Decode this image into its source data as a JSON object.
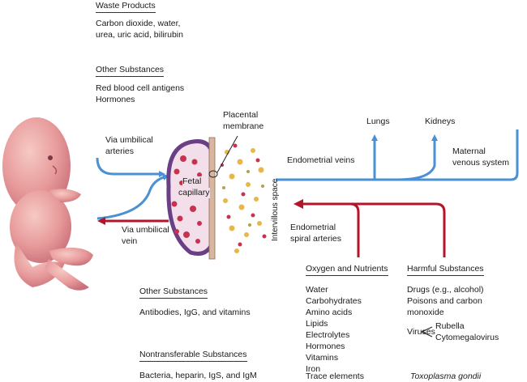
{
  "waste": {
    "heading": "Waste Products",
    "lines": [
      "Carbon dioxide, water,",
      "urea, uric acid, bilirubin"
    ]
  },
  "other_top": {
    "heading": "Other Substances",
    "lines": [
      "Red blood cell antigens",
      "Hormones"
    ]
  },
  "labels": {
    "via_arteries": [
      "Via umbilical",
      "arteries"
    ],
    "placental_membrane": [
      "Placental",
      "membrane"
    ],
    "fetal_capillary": [
      "Fetal",
      "capillary"
    ],
    "intervillous_space": "Intervillous space",
    "via_vein": [
      "Via umbilical",
      "vein"
    ],
    "lungs": "Lungs",
    "kidneys": "Kidneys",
    "endometrial_veins": "Endometrial veins",
    "maternal_venous": [
      "Maternal",
      "venous system"
    ],
    "spiral_arteries": [
      "Endometrial",
      "spiral arteries"
    ]
  },
  "oxygen": {
    "heading": "Oxygen and Nutrients",
    "items": [
      "Water",
      "Carbohydrates",
      "Amino acids",
      "Lipids",
      "Electrolytes",
      "Hormones",
      "Vitamins",
      "Iron",
      "Trace elements"
    ]
  },
  "harmful": {
    "heading": "Harmful Substances",
    "lines": [
      "Drugs (e.g., alcohol)",
      "Poisons and carbon",
      "monoxide"
    ],
    "viruses": "Viruses",
    "virus_types": [
      "Rubella",
      "Cytomegalovirus"
    ],
    "toxo": "Toxoplasma gondii"
  },
  "other_bottom": {
    "heading": "Other Substances",
    "line": "Antibodies, IgG, and vitamins"
  },
  "nontransferable": {
    "heading": "Nontransferable Substances",
    "line": "Bacteria, heparin, IgS, and IgM"
  },
  "colors": {
    "blue": "#4a90d2",
    "red": "#b5152b",
    "skin": "#e9a0a2"
  }
}
